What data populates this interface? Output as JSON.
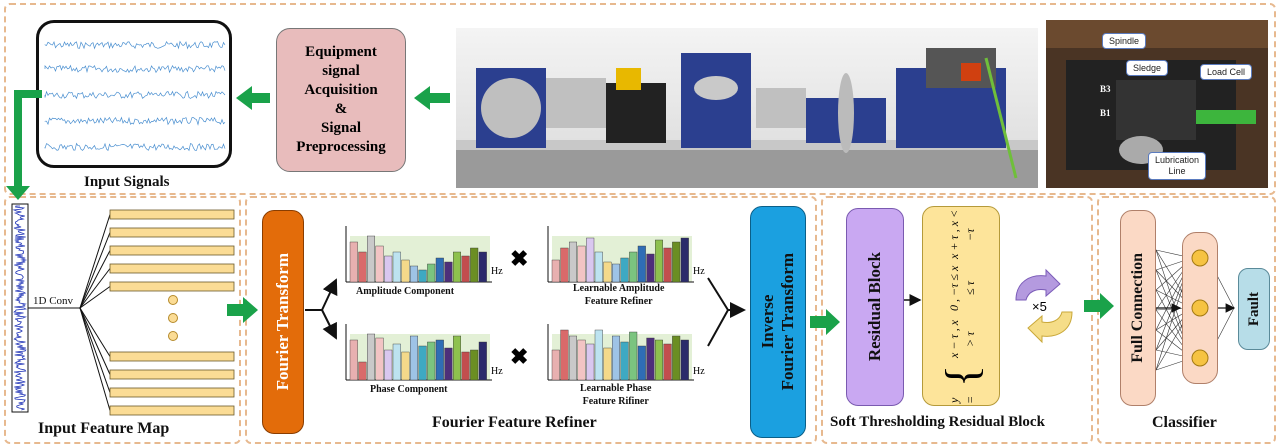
{
  "pipeline": {
    "input_signals_label": "Input Signals",
    "acquisition_label": [
      "Equipment",
      "signal",
      "Acquisition",
      "&",
      "Signal",
      "Preprocessing"
    ],
    "photo_labels": {
      "spindle": "Spindle",
      "sledge": "Sledge",
      "load_cell": "Load Cell",
      "lubrication": [
        "Lubrication",
        "Line"
      ],
      "b1": "B1",
      "b3": "B3"
    }
  },
  "feature_map": {
    "conv_label": "1D Conv",
    "title": "Input Feature Map"
  },
  "fourier": {
    "transform_label": "Fourier Transform",
    "amplitude_label": "Amplitude Component",
    "phase_label": "Phase Component",
    "amp_refiner_label": [
      "Learnable Amplitude",
      "Feature Refiner"
    ],
    "phase_refiner_label": [
      "Learnable Phase",
      "Feature Rifiner"
    ],
    "hz_label": "Hz",
    "multiply_symbol": "✖",
    "inverse_label": [
      "Inverse",
      "Fourier Transform"
    ],
    "title": "Fourier Feature Refiner"
  },
  "residual": {
    "block_label": "Residual Block",
    "repeat_label": "×5",
    "title": "Soft Thresholding Residual Block",
    "formula": {
      "lhs": "y =",
      "cases": [
        "x − τ , x > τ",
        "0 , −τ ≤ x ≤ τ",
        "x + τ , x < −τ"
      ]
    }
  },
  "classifier": {
    "fc_label": "Full Connection",
    "fault_label": "Fault",
    "title": "Classifier"
  },
  "colors": {
    "dash_border": "#e7b98f",
    "green_arrow": "#1aa24a",
    "acquisition_fill": "#e8bcbc",
    "fourier_fill": "#e36c0a",
    "inverse_fill": "#1ba0e0",
    "residual_fill": "#c9a8f2",
    "formula_fill": "#fde49a",
    "fc_fill": "#fbd9c5",
    "fault_fill": "#b7dde8",
    "feature_bar_fill": "#fbdc95"
  }
}
